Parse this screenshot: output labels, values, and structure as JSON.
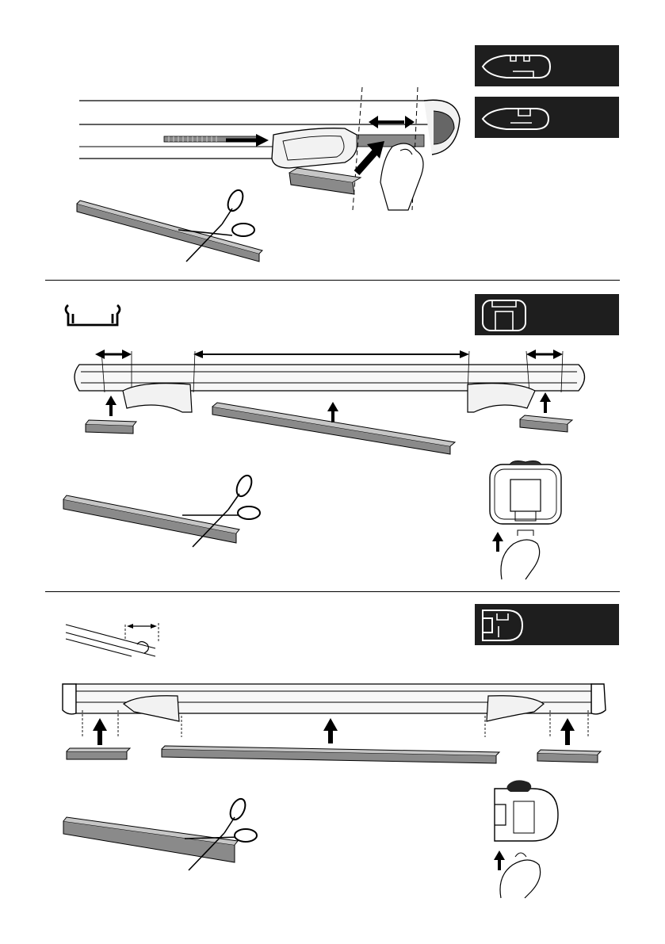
{
  "document": {
    "type": "assembly-instructions",
    "sections": [
      {
        "id": "section-1",
        "profile_badges": [
          "profile-wingbar-slot-icon",
          "profile-wingbar-open-icon"
        ]
      },
      {
        "id": "section-2",
        "profile_badges": [
          "profile-squarebar-icon"
        ]
      },
      {
        "id": "section-3",
        "profile_badges": [
          "profile-flushbar-icon"
        ]
      }
    ]
  },
  "colors": {
    "badge_bg": "#1e1e1e",
    "ink": "#000000",
    "strip_gray": "#8a8a8a",
    "bar_light": "#f2f2f2"
  }
}
